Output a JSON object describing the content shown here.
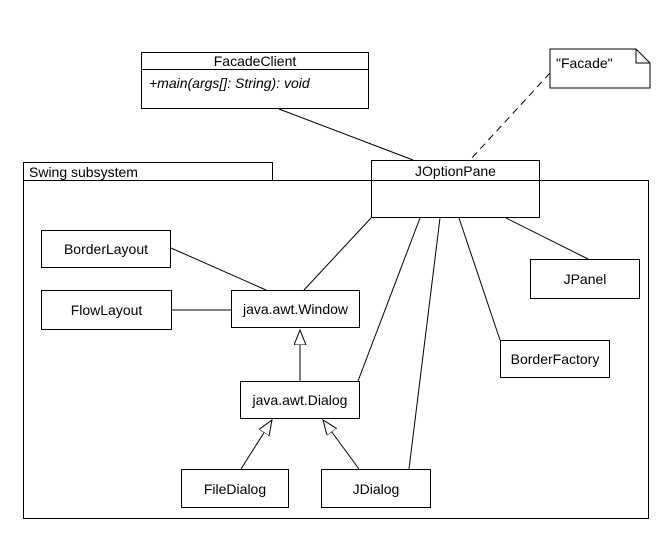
{
  "colors": {
    "line": "#000000",
    "box_fill": "#ffffff",
    "text": "#000000",
    "background": "#ffffff"
  },
  "package": {
    "label": "Swing subsystem"
  },
  "nodes": {
    "facade_client": {
      "name": "FacadeClient",
      "method": "+main(args[]: String): void"
    },
    "note": {
      "text": "\"Facade\""
    },
    "joptionpane": {
      "name": "JOptionPane"
    },
    "border_layout": {
      "name": "BorderLayout"
    },
    "flow_layout": {
      "name": "FlowLayout"
    },
    "window": {
      "name": "java.awt.Window"
    },
    "dialog": {
      "name": "java.awt.Dialog"
    },
    "file_dialog": {
      "name": "FileDialog"
    },
    "jdialog": {
      "name": "JDialog"
    },
    "jpanel": {
      "name": "JPanel"
    },
    "border_factory": {
      "name": "BorderFactory"
    }
  },
  "edges": [
    {
      "from": "FacadeClient",
      "to": "JOptionPane",
      "line": "solid",
      "arrow": "none"
    },
    {
      "from": "\"Facade\" note",
      "to": "JOptionPane",
      "line": "dashed",
      "arrow": "none"
    },
    {
      "from": "JOptionPane",
      "to": "java.awt.Window",
      "line": "solid",
      "arrow": "none"
    },
    {
      "from": "JOptionPane",
      "to": "java.awt.Dialog",
      "line": "solid",
      "arrow": "none"
    },
    {
      "from": "JOptionPane",
      "to": "JDialog",
      "line": "solid",
      "arrow": "none"
    },
    {
      "from": "JOptionPane",
      "to": "BorderFactory",
      "line": "solid",
      "arrow": "none"
    },
    {
      "from": "JOptionPane",
      "to": "JPanel",
      "line": "solid",
      "arrow": "none"
    },
    {
      "from": "BorderLayout",
      "to": "java.awt.Window",
      "line": "solid",
      "arrow": "none"
    },
    {
      "from": "FlowLayout",
      "to": "java.awt.Window",
      "line": "solid",
      "arrow": "none"
    },
    {
      "from": "java.awt.Dialog",
      "to": "java.awt.Window",
      "line": "solid",
      "arrow": "hollow-triangle"
    },
    {
      "from": "FileDialog",
      "to": "java.awt.Dialog",
      "line": "solid",
      "arrow": "hollow-triangle"
    },
    {
      "from": "JDialog",
      "to": "java.awt.Dialog",
      "line": "solid",
      "arrow": "hollow-triangle"
    }
  ]
}
